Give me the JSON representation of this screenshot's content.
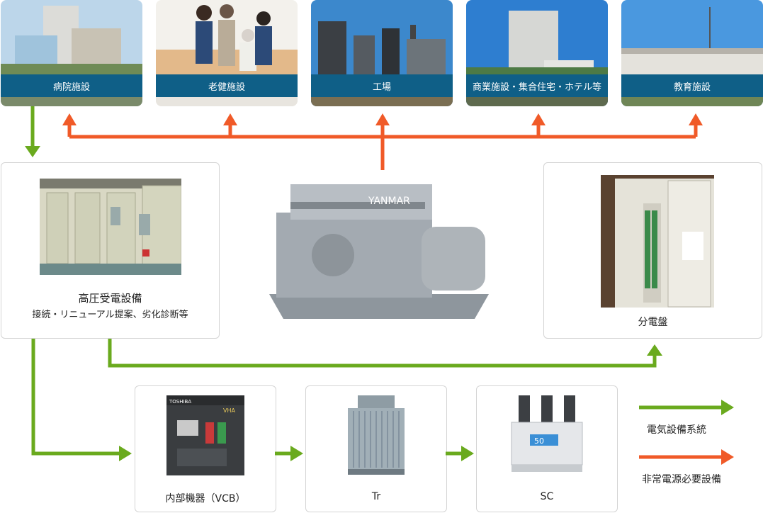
{
  "facilities": [
    {
      "label": "病院施設",
      "icon": "hospital-building-photo"
    },
    {
      "label": "老健施設",
      "icon": "caregivers-photo"
    },
    {
      "label": "工場",
      "icon": "factory-photo"
    },
    {
      "label": "商業施設・集合住宅・ホテル等",
      "icon": "hotel-building-photo"
    },
    {
      "label": "教育施設",
      "icon": "school-building-photo"
    }
  ],
  "nodes": {
    "substation_title": "高圧受電設備",
    "substation_sub": "接続・リニューアル提案、劣化診断等",
    "generator_brand": "YANMAR",
    "panel": "分電盤",
    "vcb": "内部機器（VCB）",
    "vcb_brand": "TOSHIBA",
    "vcb_model": "VHA",
    "tr": "Tr",
    "sc": "SC",
    "sc_badge": "50"
  },
  "legend": [
    {
      "label": "電気設備系統",
      "color": "#6aaa1e"
    },
    {
      "label": "非常電源必要設備",
      "color": "#f05a28"
    }
  ],
  "colors": {
    "green": "#6aaa1e",
    "orange": "#f05a28",
    "navy": "#0f5f87"
  }
}
